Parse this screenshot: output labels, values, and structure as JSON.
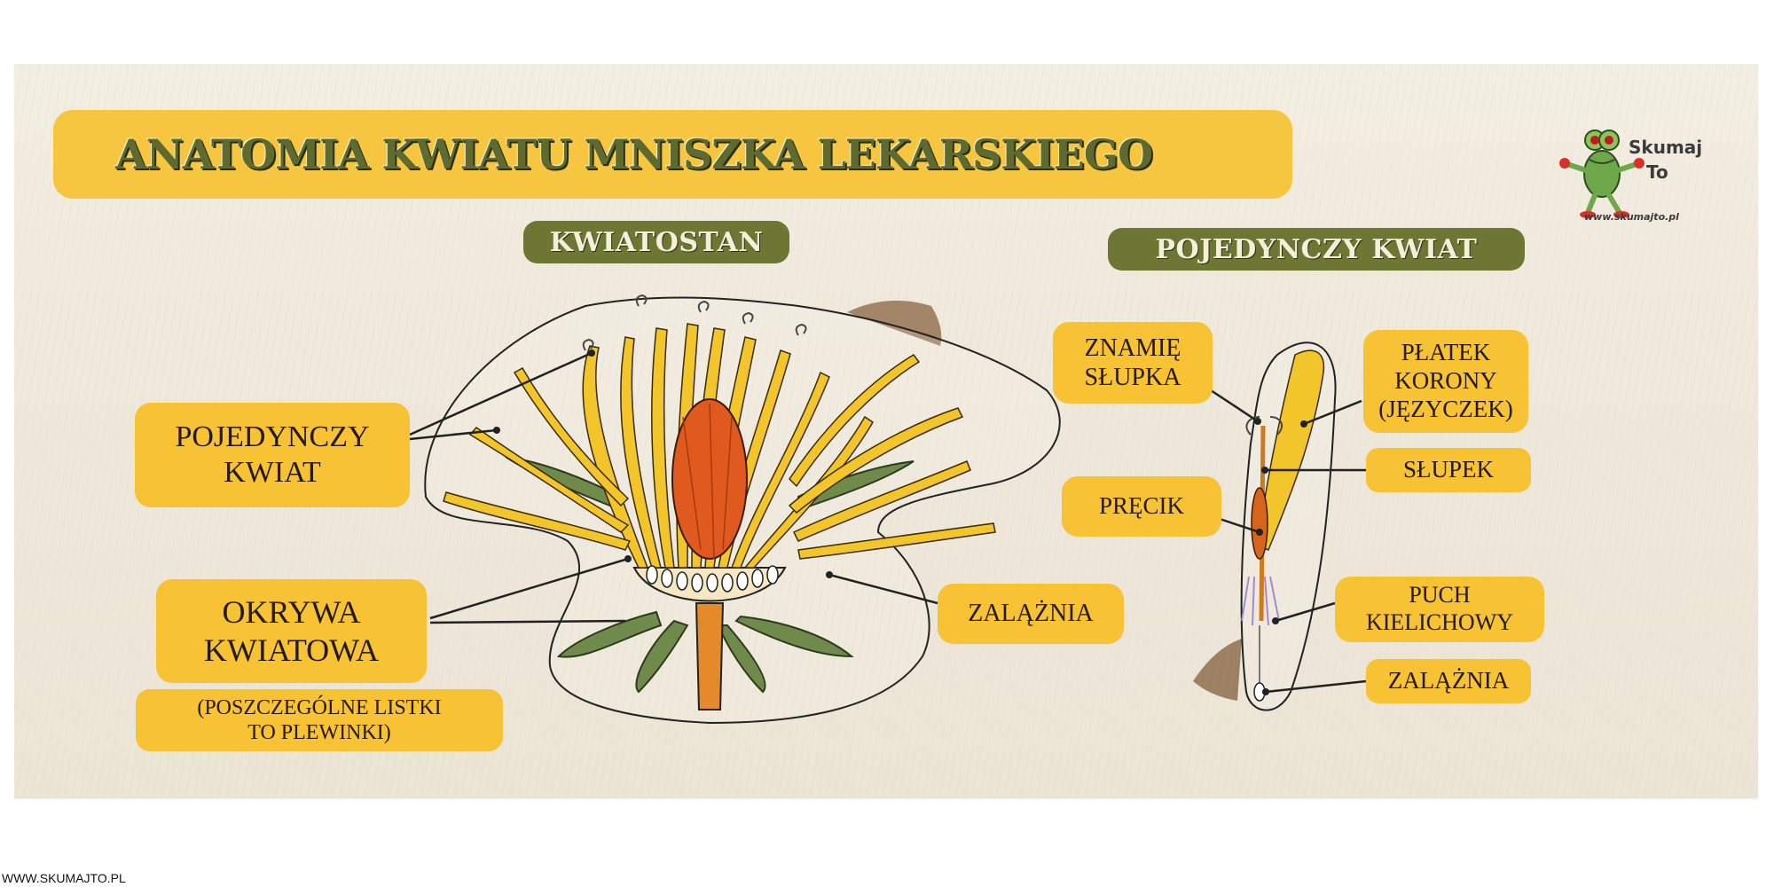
{
  "title": "ANATOMIA KWIATU MNISZKA LEKARSKIEGO",
  "sections": {
    "inflorescence": "KWIATOSTAN",
    "single_flower": "POJEDYNCZY KWIAT"
  },
  "labels": {
    "pojedynczy_kwiat": "POJEDYNCZY\nKWIAT",
    "okrywa_kwiatowa": "OKRYWA\nKWIATOWA",
    "okrywa_note": "(POSZCZEGÓLNE LISTKI\nTO PLEWINKI)",
    "zalazina_left": "ZALĄŻNIA",
    "znamie_slupka": "ZNAMIĘ\nSŁUPKA",
    "platek_korony": "PŁATEK\nKORONY\n(JĘZYCZEK)",
    "slupek": "SŁUPEK",
    "precik": "PRĘCIK",
    "puch_kielichowy": "PUCH\nKIELICHOWY",
    "zalazina_right": "ZALĄŻNIA"
  },
  "logo": {
    "line1": "Skumaj",
    "line2": "To",
    "url": "www.skumajto.pl"
  },
  "footer": "WWW.SKUMAJTO.PL",
  "colors": {
    "label_yellow": "#f7c233",
    "header_olive": "#6d7733",
    "petal_yellow": "#f2c52a",
    "receptacle_orange": "#e05a1f",
    "bract_green": "#6f8a4a"
  }
}
